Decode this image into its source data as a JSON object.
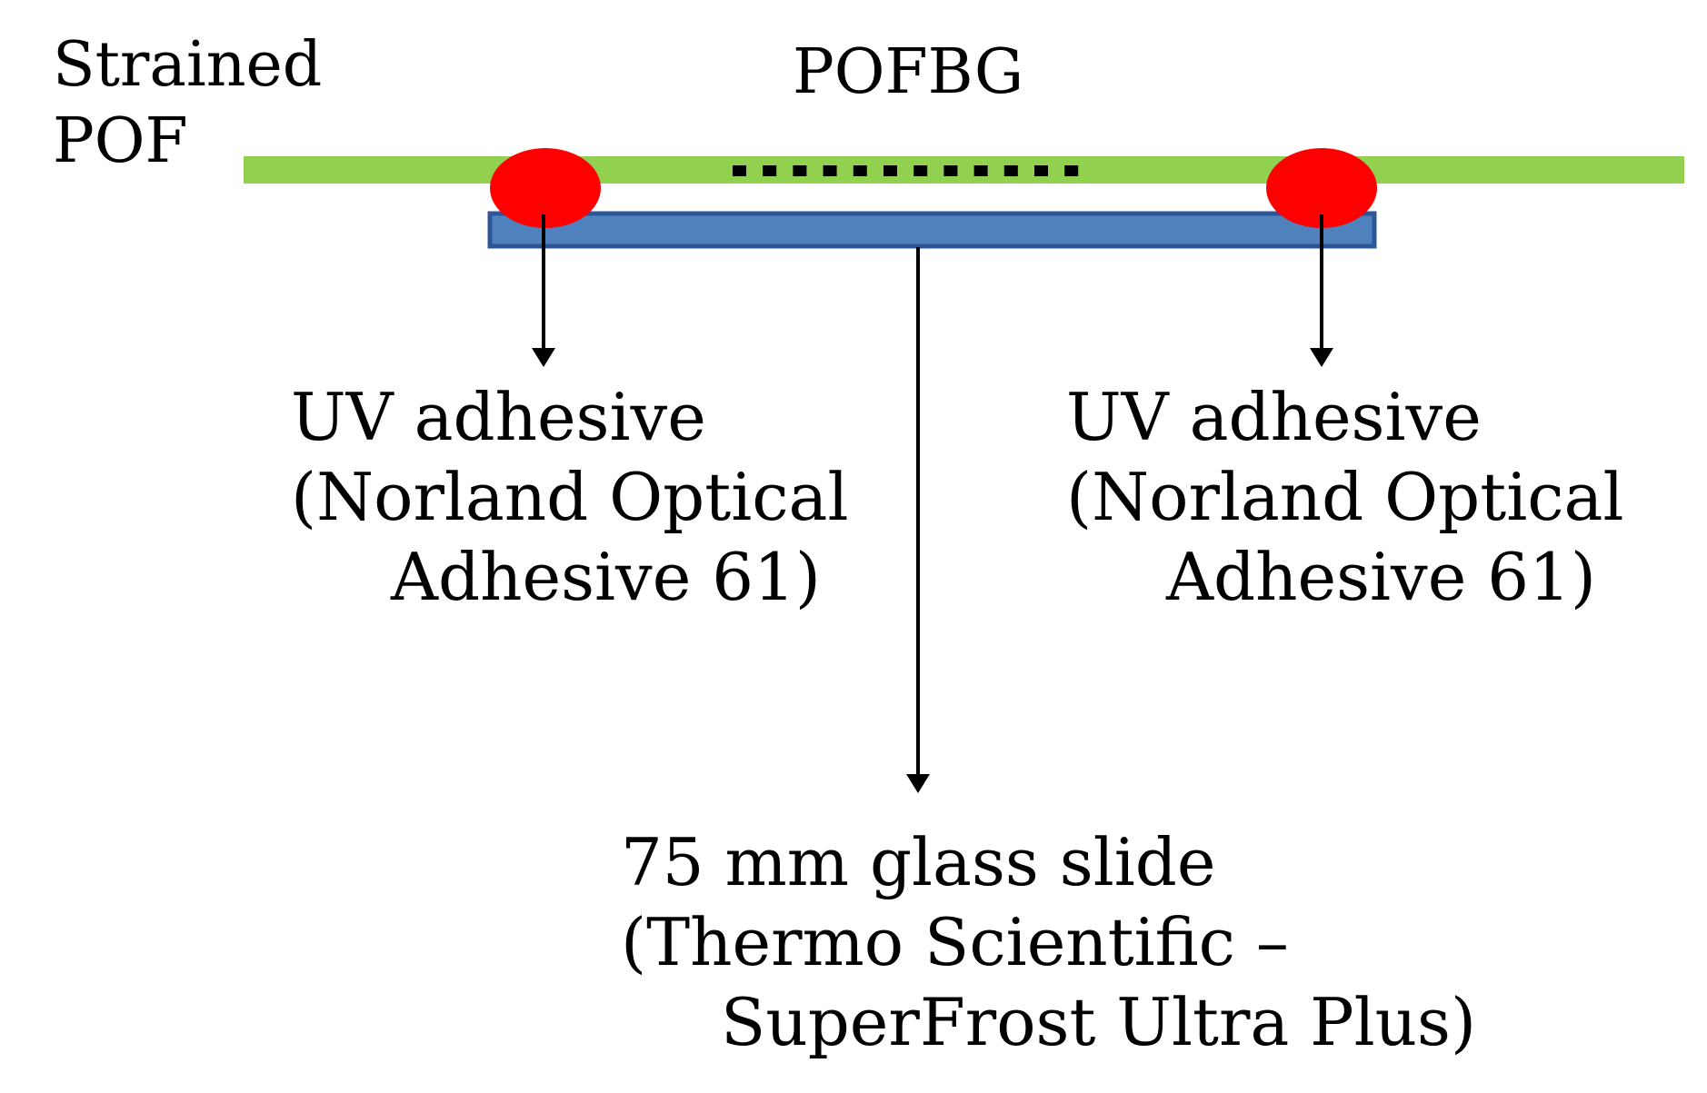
{
  "labels": {
    "strained_pof": [
      "Strained",
      "POF"
    ],
    "pofbg": "POFBG",
    "uv_adhesive_left": [
      "UV adhesive",
      "(Norland Optical",
      "Adhesive 61)"
    ],
    "uv_adhesive_right": [
      "UV adhesive",
      "(Norland Optical",
      "Adhesive 61)"
    ],
    "glass_slide": [
      "75 mm glass slide",
      "(Thermo Scientific –",
      "SuperFrost Ultra Plus)"
    ]
  },
  "colors": {
    "fiber": "#92d050",
    "adhesive": "#ff0000",
    "slide_fill": "#4f81bd",
    "slide_border": "#2e5597",
    "grating": "#000000",
    "arrow": "#000000"
  }
}
